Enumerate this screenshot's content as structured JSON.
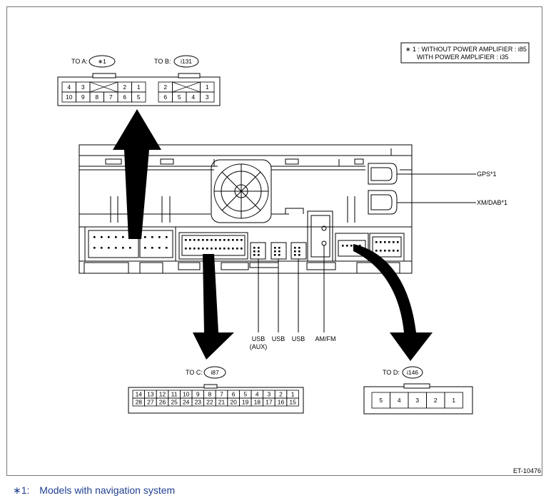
{
  "figure_code": "ET-10476",
  "note": {
    "line1": "∗ 1 : WITHOUT POWER AMPLIFIER : i85",
    "line2": "WITH POWER AMPLIFIER : i35"
  },
  "connectors": {
    "a": {
      "prefix": "TO A:",
      "id": "∗1",
      "row1": [
        "4",
        "3",
        "",
        "2",
        "1"
      ],
      "row2": [
        "10",
        "9",
        "8",
        "7",
        "6",
        "5"
      ]
    },
    "b": {
      "prefix": "TO B:",
      "id": "i131",
      "row1": [
        "2",
        "",
        "1"
      ],
      "row2": [
        "6",
        "5",
        "4",
        "3"
      ]
    },
    "c": {
      "prefix": "TO C:",
      "id": "i87",
      "row1": [
        "14",
        "13",
        "12",
        "11",
        "10",
        "9",
        "8",
        "7",
        "6",
        "5",
        "4",
        "3",
        "2",
        "1"
      ],
      "row2": [
        "28",
        "27",
        "26",
        "25",
        "24",
        "23",
        "22",
        "21",
        "20",
        "19",
        "18",
        "17",
        "16",
        "15"
      ]
    },
    "d": {
      "prefix": "TO D:",
      "id": "i146",
      "pins": [
        "5",
        "4",
        "3",
        "2",
        "1"
      ]
    }
  },
  "ports": {
    "gps": "GPS*1",
    "xm": "XM/DAB*1",
    "usb_aux": "USB",
    "usb_aux_sub": "(AUX)",
    "usb2": "USB",
    "usb3": "USB",
    "amfm": "AM/FM"
  },
  "footnote": {
    "marker": "∗1:",
    "text": "Models with navigation system"
  }
}
